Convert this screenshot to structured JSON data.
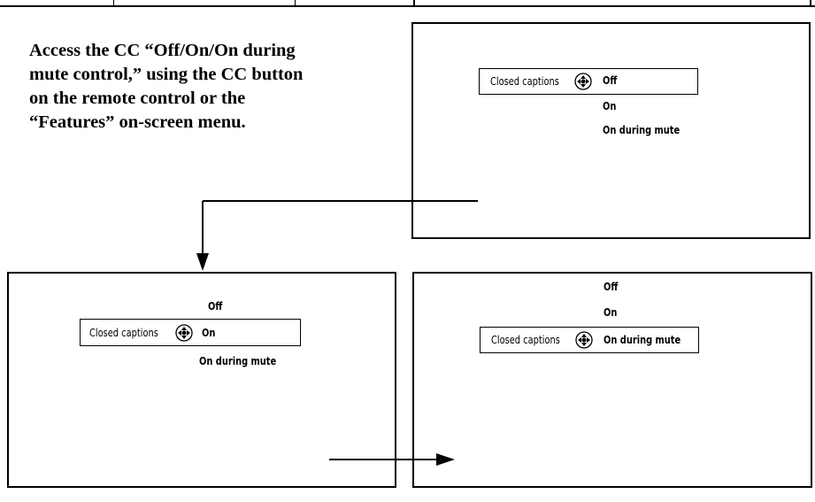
{
  "instruction": {
    "lines": [
      "Access the CC “Off/On/On during",
      "mute control,” using the CC button",
      "on the remote control or the",
      "“Features” on-screen menu."
    ]
  },
  "screens": [
    {
      "cc_label": "Closed captions",
      "options": [
        "Off",
        "On",
        "On during mute"
      ],
      "selected": "Off"
    },
    {
      "cc_label": "Closed captions",
      "options": [
        "Off",
        "On",
        "On during mute"
      ],
      "selected": "On"
    },
    {
      "cc_label": "Closed captions",
      "options": [
        "Off",
        "On",
        "On during mute"
      ],
      "selected": "On during mute"
    }
  ],
  "icons": {
    "navigation": "four-way-navigation-icon",
    "flow_arrow": "arrow-icon"
  }
}
